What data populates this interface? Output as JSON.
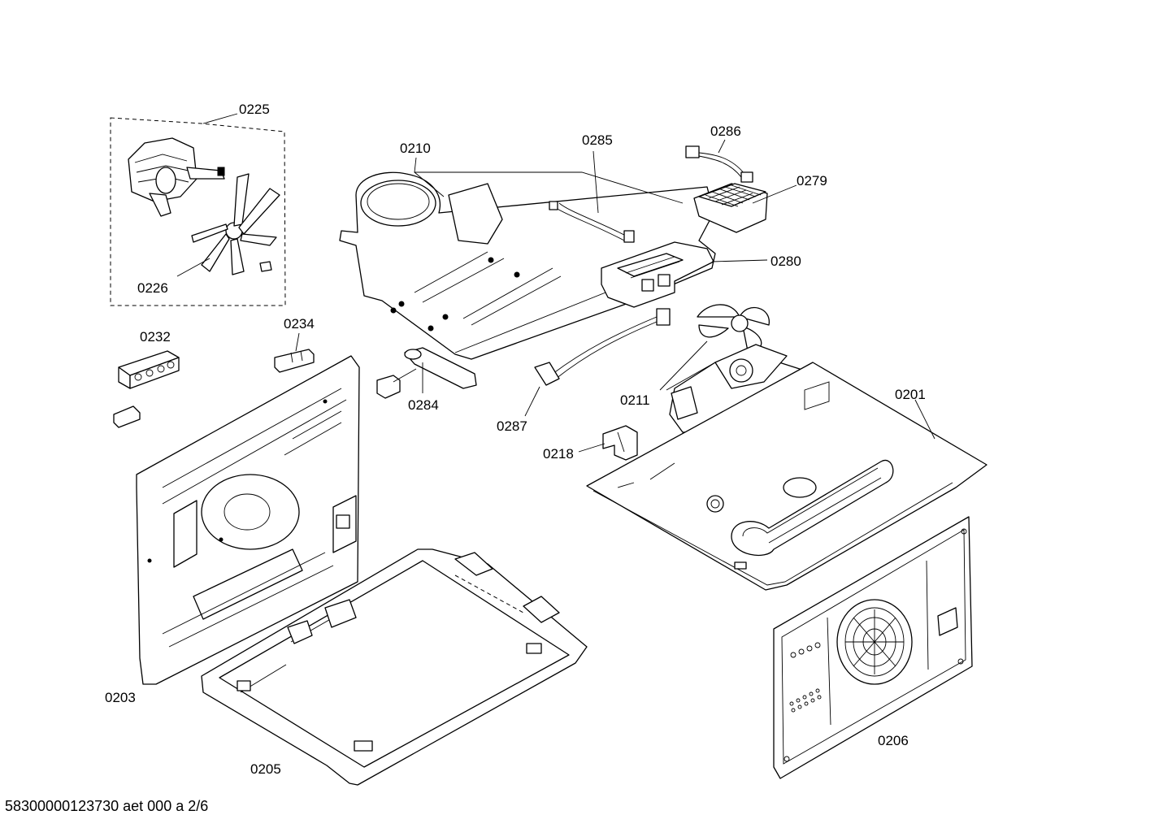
{
  "callouts": {
    "c0225": "0225",
    "c0226": "0226",
    "c0232": "0232",
    "c0234": "0234",
    "c0210": "0210",
    "c0285": "0285",
    "c0286": "0286",
    "c0279": "0279",
    "c0280": "0280",
    "c0284": "0284",
    "c0287": "0287",
    "c0211": "0211",
    "c0201": "0201",
    "c0218": "0218",
    "c0203": "0203",
    "c0205": "0205",
    "c0206": "0206"
  },
  "footer": {
    "document_code": "58300000123730 aet 000 a 2/6"
  }
}
